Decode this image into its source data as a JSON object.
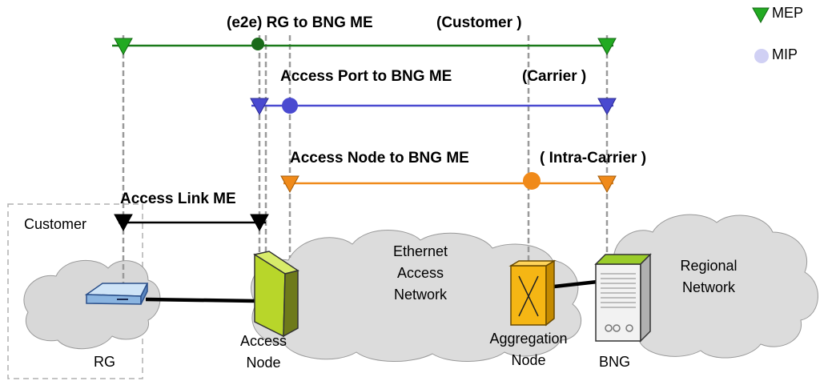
{
  "legend": {
    "mep_label": "MEP",
    "mip_label": "MIP"
  },
  "me_lines": {
    "customer": {
      "name": "(e2e) RG to BNG ME",
      "scope": "(Customer )",
      "color": "#1a7a1a"
    },
    "carrier": {
      "name": "Access Port to BNG ME",
      "scope": "(Carrier )",
      "color": "#4a4ad0"
    },
    "intra": {
      "name": "Access Node to BNG ME",
      "scope": "( Intra-Carrier )",
      "color": "#f08a1a"
    },
    "access_link": {
      "name": "Access Link ME",
      "color": "#000000"
    }
  },
  "labels": {
    "customer_box": "Customer",
    "rg": "RG",
    "access_node_1": "Access",
    "access_node_2": "Node",
    "ethernet_1": "Ethernet",
    "ethernet_2": "Access",
    "ethernet_3": "Network",
    "aggregation_1": "Aggregation",
    "aggregation_2": "Node",
    "bng": "BNG",
    "regional_1": "Regional",
    "regional_2": "Network"
  }
}
